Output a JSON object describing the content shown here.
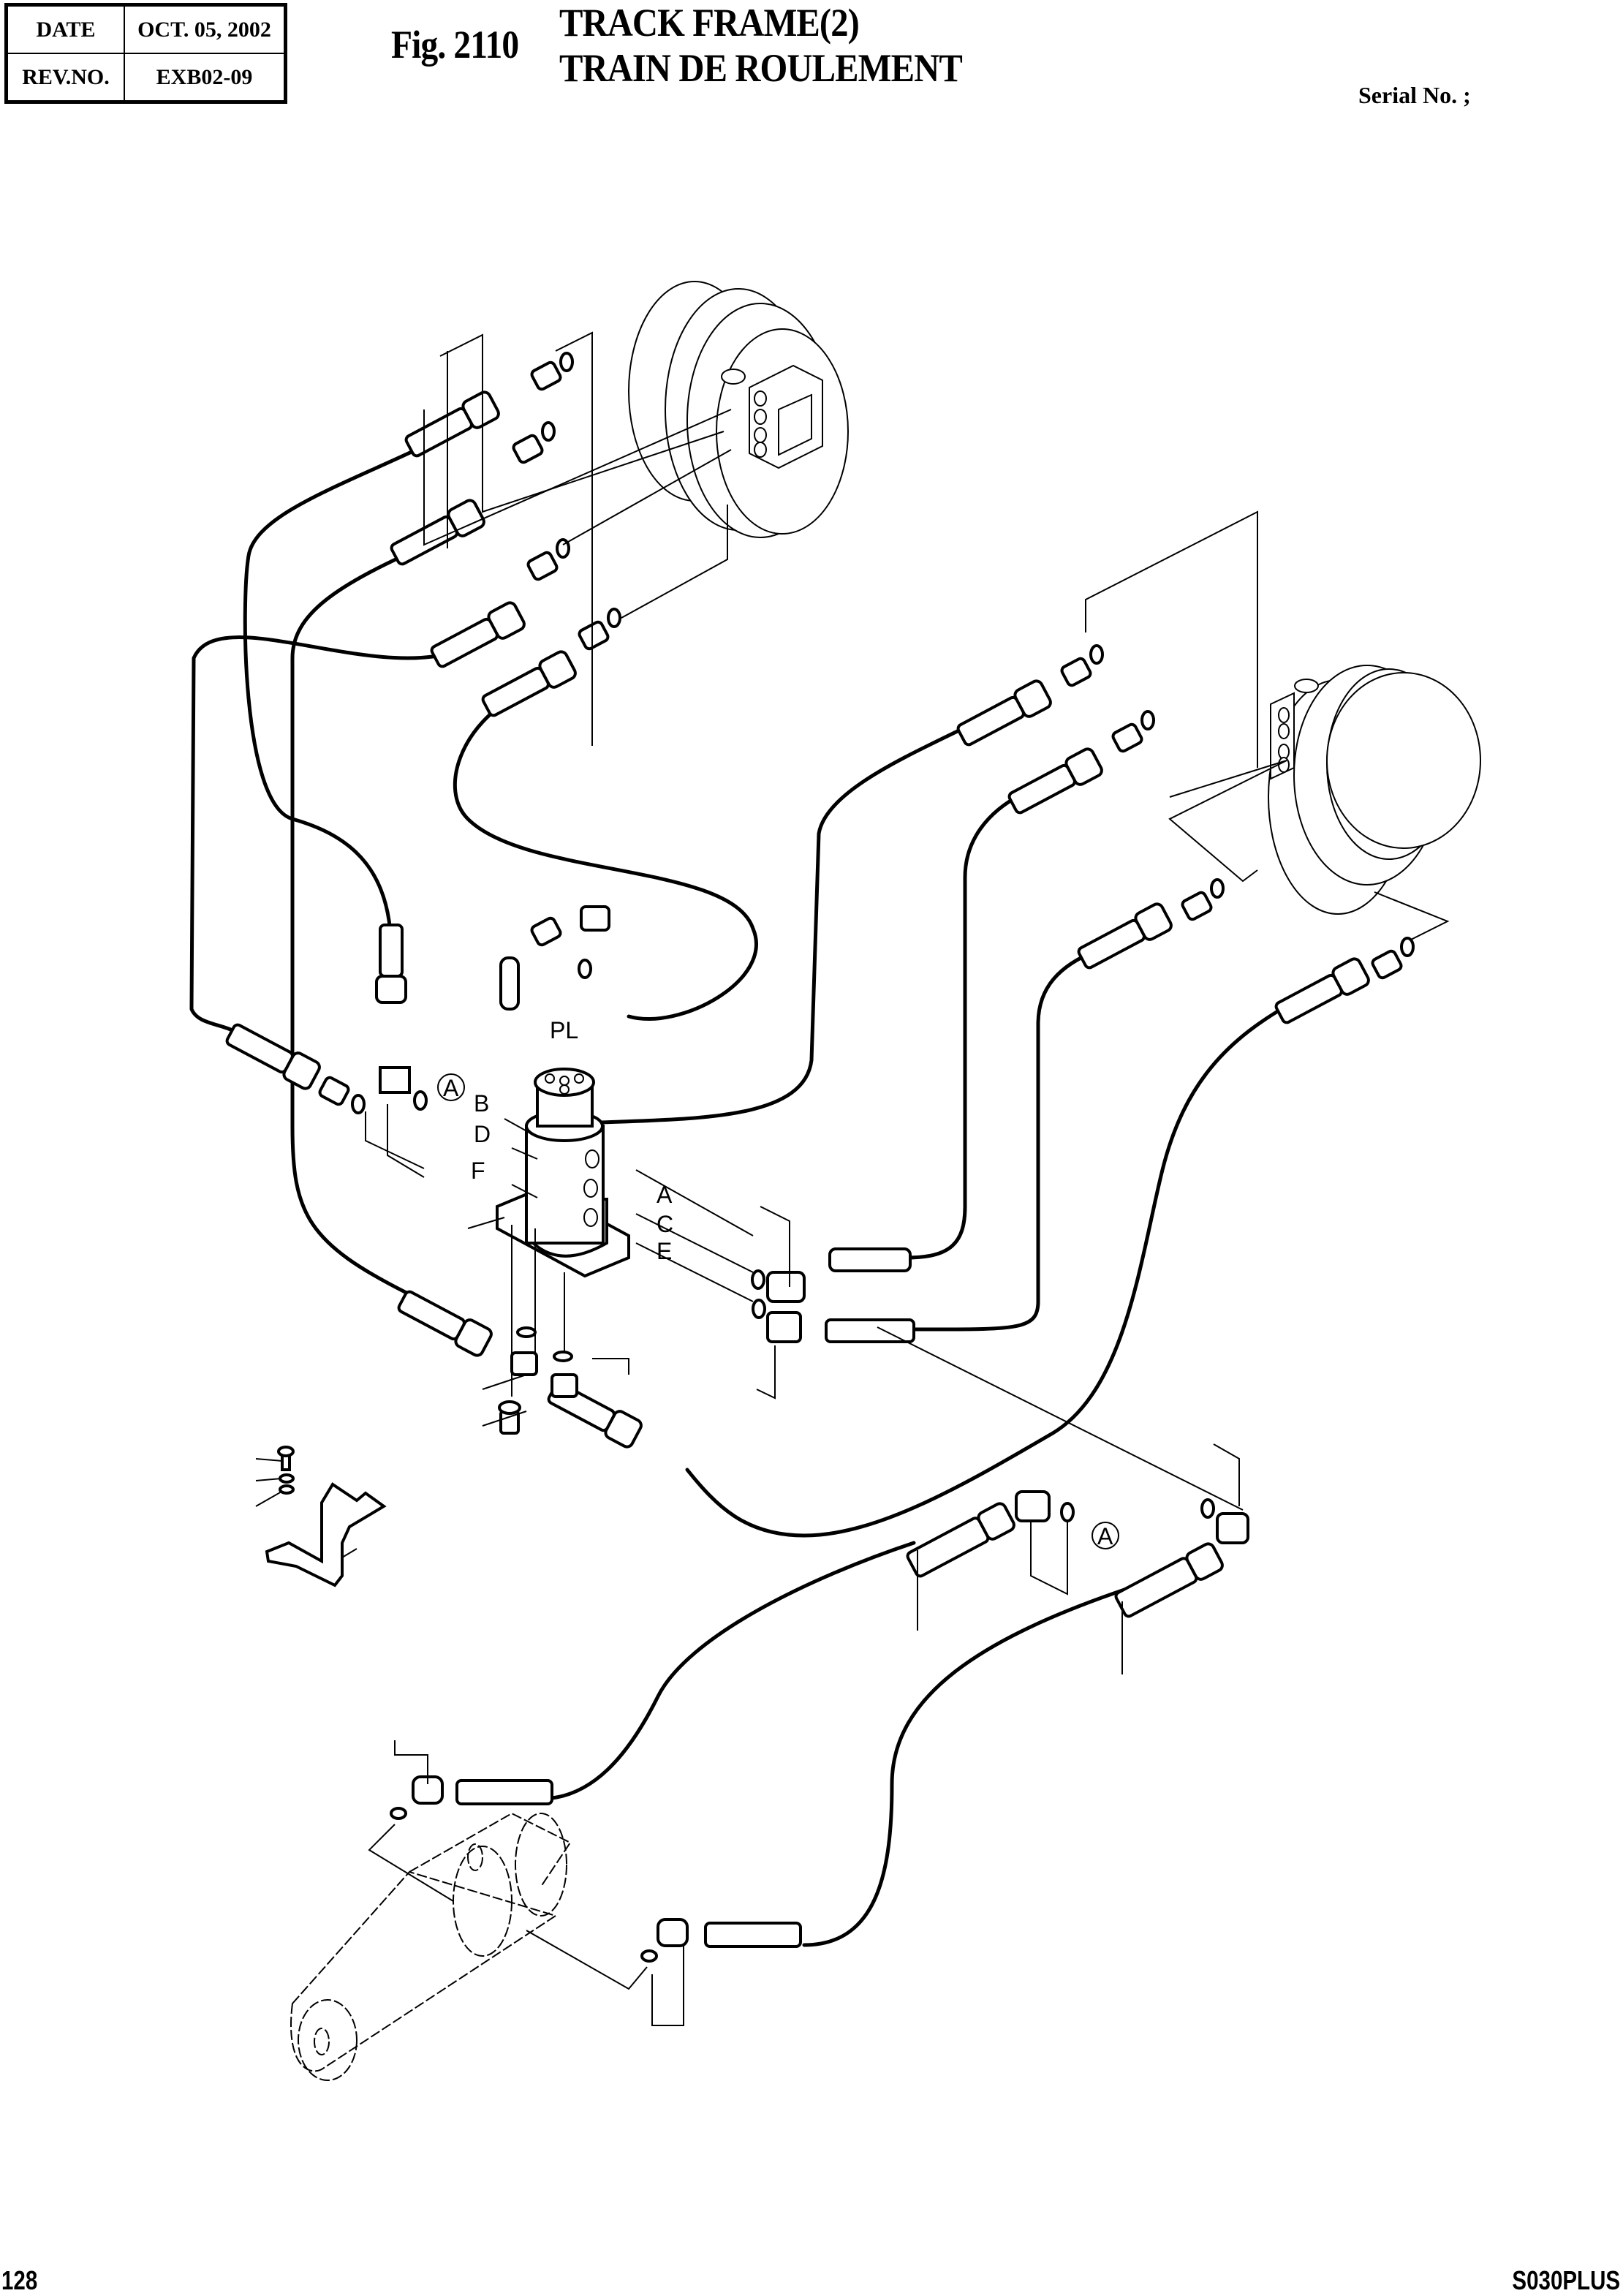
{
  "header": {
    "date_label": "DATE",
    "date_value": "OCT. 05, 2002",
    "rev_label": "REV.NO.",
    "rev_value": "EXB02-09"
  },
  "figure": {
    "number": "Fig. 2110",
    "title_en": "TRACK FRAME(2)",
    "title_fr": "TRAIN DE ROULEMENT",
    "serial_label": "Serial No. ;"
  },
  "callouts": {
    "pl": "PL",
    "port_a": "A",
    "port_b": "B",
    "port_c": "C",
    "port_d": "D",
    "port_e": "E",
    "port_f": "F",
    "ref_a": "A"
  },
  "footer": {
    "page_number": "128",
    "model": "S030PLUS"
  }
}
